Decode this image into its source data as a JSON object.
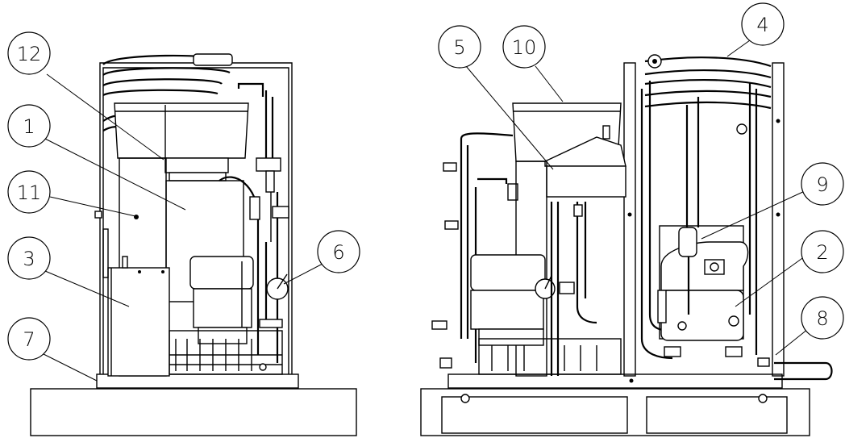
{
  "callouts": {
    "c12": "12",
    "c1": "1",
    "c11": "11",
    "c3": "3",
    "c7": "7",
    "c6": "6",
    "c5": "5",
    "c10": "10",
    "c4": "4",
    "c9": "9",
    "c2": "2",
    "c8": "8"
  }
}
